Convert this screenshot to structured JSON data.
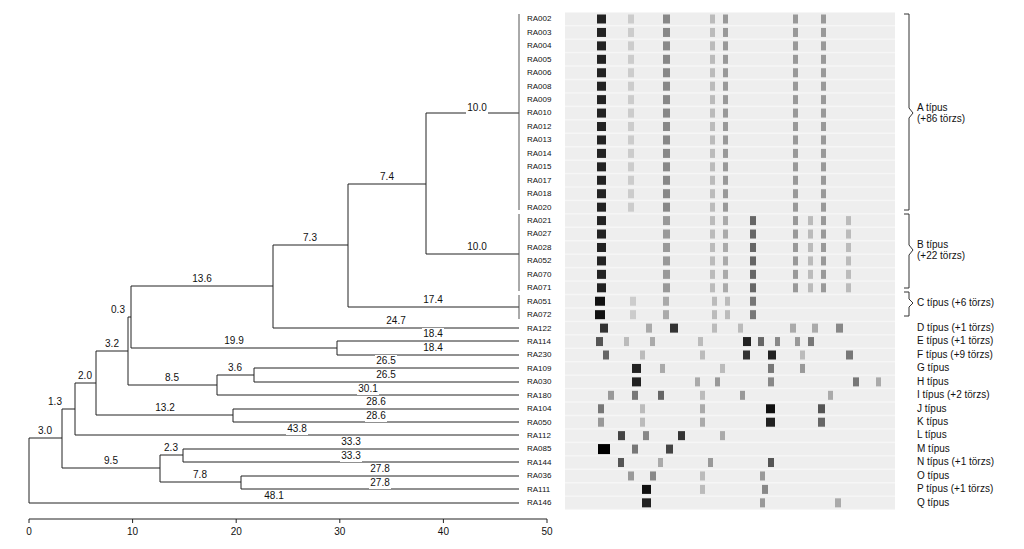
{
  "diagram": {
    "labels": [
      "RA002",
      "RA003",
      "RA004",
      "RA005",
      "RA006",
      "RA008",
      "RA009",
      "RA010",
      "RA012",
      "RA013",
      "RA014",
      "RA015",
      "RA017",
      "RA018",
      "RA020",
      "RA021",
      "RA027",
      "RA028",
      "RA052",
      "RA070",
      "RA071",
      "RA051",
      "RA072",
      "RA122",
      "RA114",
      "RA230",
      "RA109",
      "RA030",
      "RA180",
      "RA104",
      "RA050",
      "RA112",
      "RA085",
      "RA144",
      "RA036",
      "RA111",
      "RA146",
      "A típus (+86 törzs)",
      "B típus (+22 törzs)",
      "C típus (+6 törzs)",
      "D típus (+1 törzs)",
      "E típus (+1 törzs)",
      "F típus (+9 törzs)",
      "G típus",
      "H típus",
      "I típus (+2 törzs)",
      "J típus",
      "K típus",
      "L típus",
      "M típus",
      "N típus (+1 törzs)",
      "O típus",
      "P típus (+1 törzs)",
      "Q típus",
      "10.0",
      "7.4",
      "10.0",
      "7.3",
      "13.6",
      "17.4",
      "24.7",
      "0.3",
      "3.2",
      "19.9",
      "18.4",
      "18.4",
      "2.0",
      "8.5",
      "3.6",
      "26.5",
      "26.5",
      "30.1",
      "1.3",
      "13.2",
      "28.6",
      "28.6",
      "43.8",
      "3.0",
      "2.3",
      "33.3",
      "33.3",
      "9.5",
      "7.8",
      "27.8",
      "27.8",
      "48.1",
      "0",
      "10",
      "20",
      "30",
      "40",
      "50"
    ]
  }
}
